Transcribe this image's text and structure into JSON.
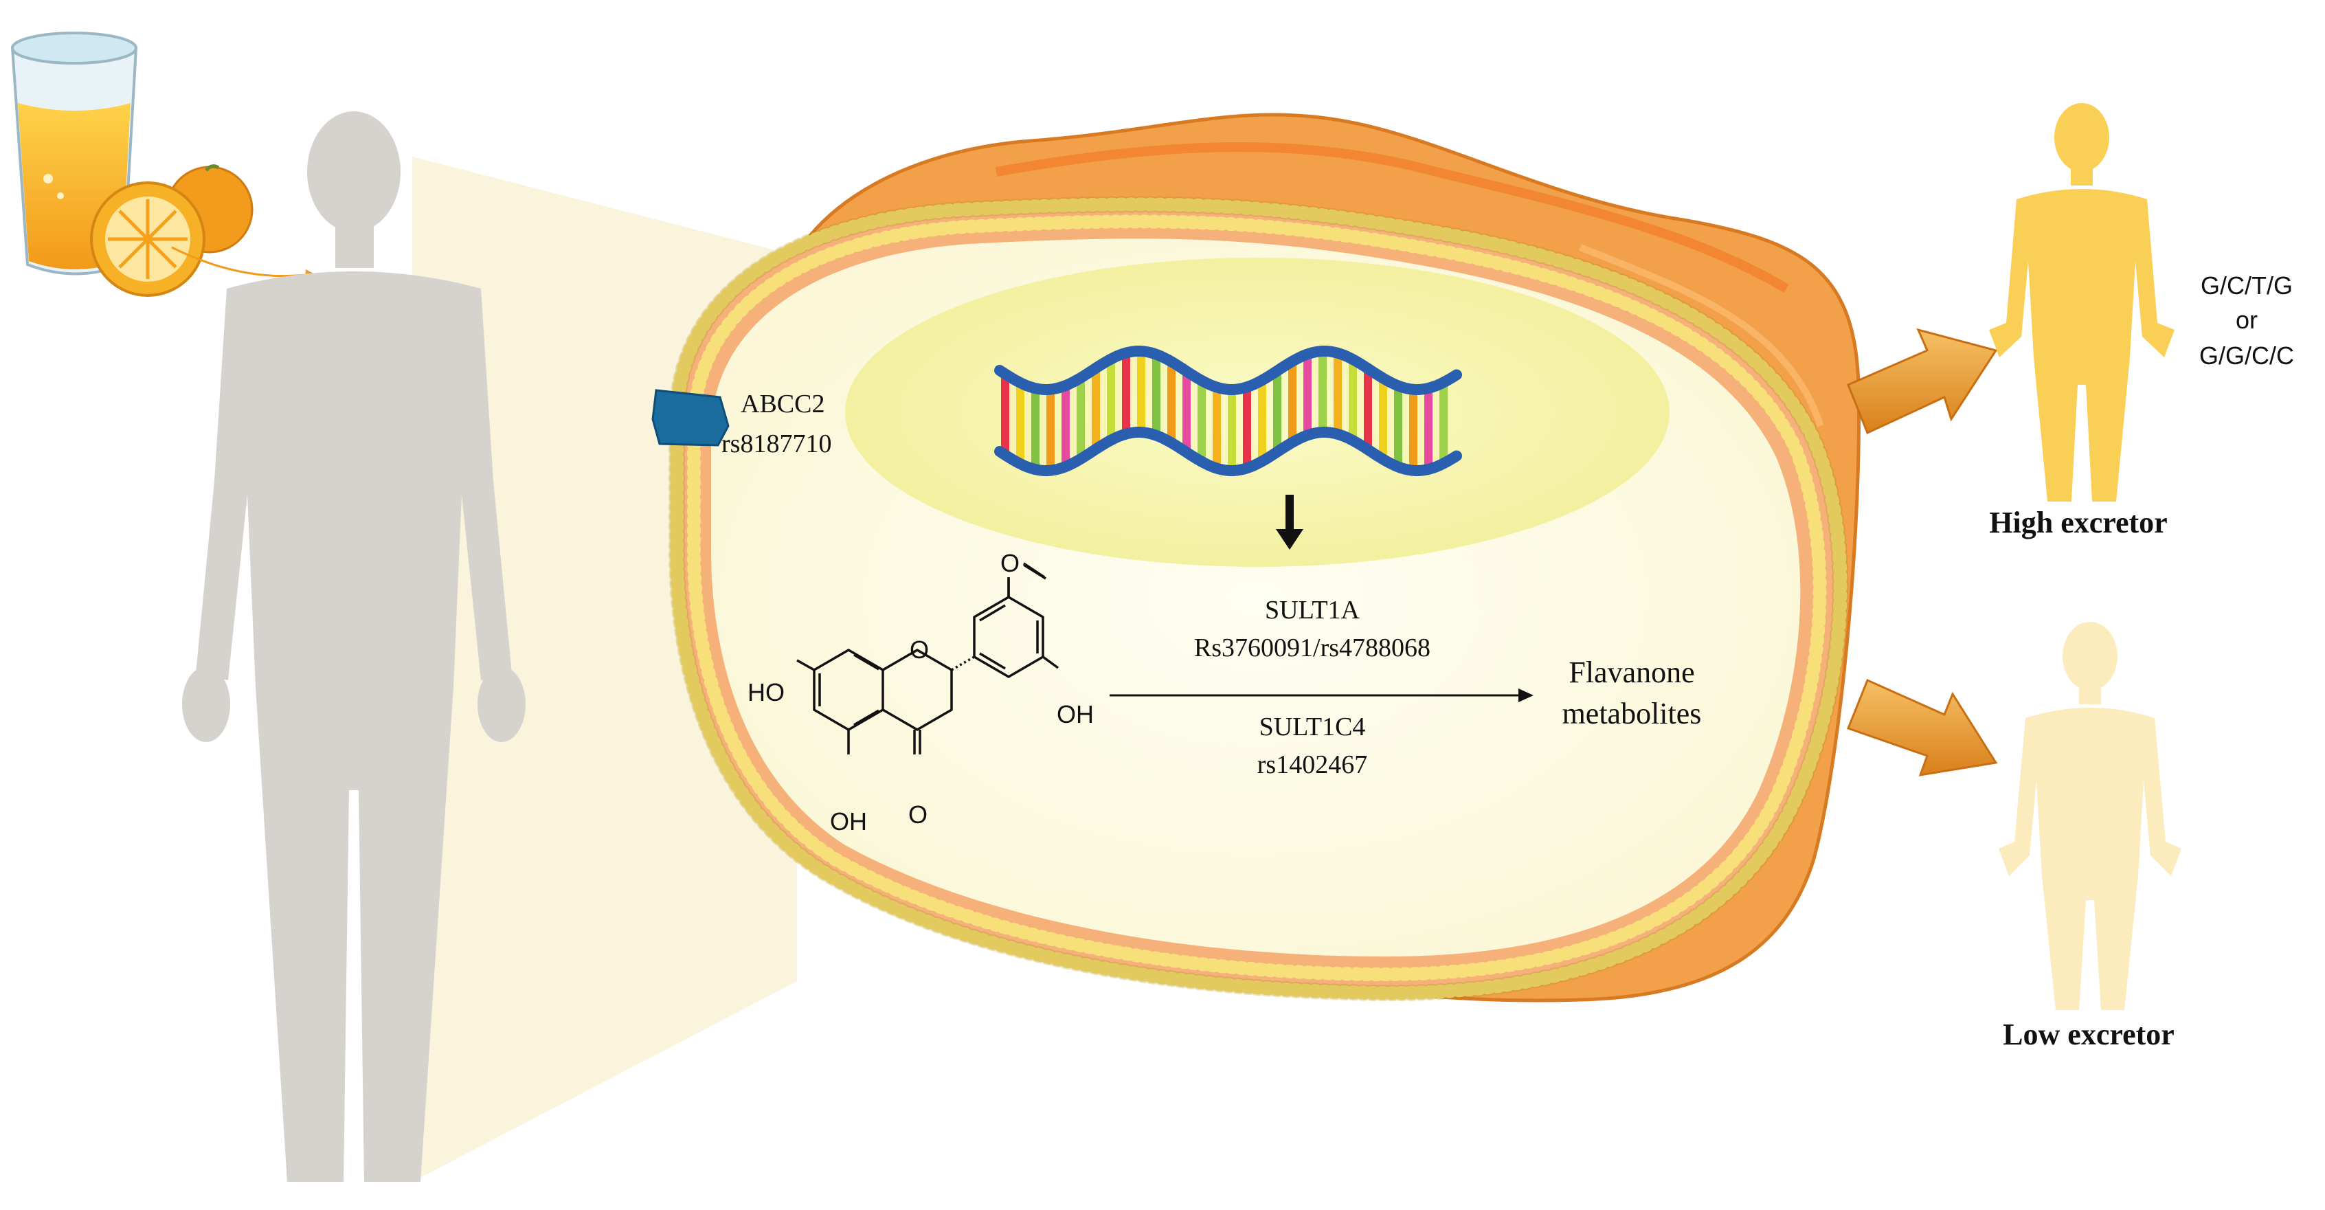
{
  "transporter": {
    "gene": "ABCC2",
    "snp": "rs8187710"
  },
  "enzymes": {
    "sult1a_name": "SULT1A",
    "sult1a_snps": "Rs3760091/rs4788068",
    "sult1c4_name": "SULT1C4",
    "sult1c4_snp": "rs1402467"
  },
  "molecule": {
    "ho_label": "HO",
    "oh_right_label": "OH",
    "oh_bottom_label": "OH",
    "carbonyl_label": "O",
    "ring_oxygen_label": "O"
  },
  "product": {
    "line1": "Flavanone",
    "line2": "metabolites"
  },
  "outcomes": {
    "high_label": "High excretor",
    "low_label": "Low excretor",
    "genotype_line1": "G/C/T/G",
    "genotype_line2": "or",
    "genotype_line3": "G/G/C/C"
  },
  "colors": {
    "body_silhouette": "#d6d3cf",
    "cone": "#faf4dc",
    "cell_outer": "#f2a04a",
    "cell_inner": "#fcfbe6",
    "nucleus": "#f6f3a6",
    "membrane_bead": "#f7e07a",
    "transporter": "#1a6b9e",
    "arrow": "#e89a2c",
    "high_excretor": "#f9cf56",
    "low_excretor": "#fcebbd"
  }
}
